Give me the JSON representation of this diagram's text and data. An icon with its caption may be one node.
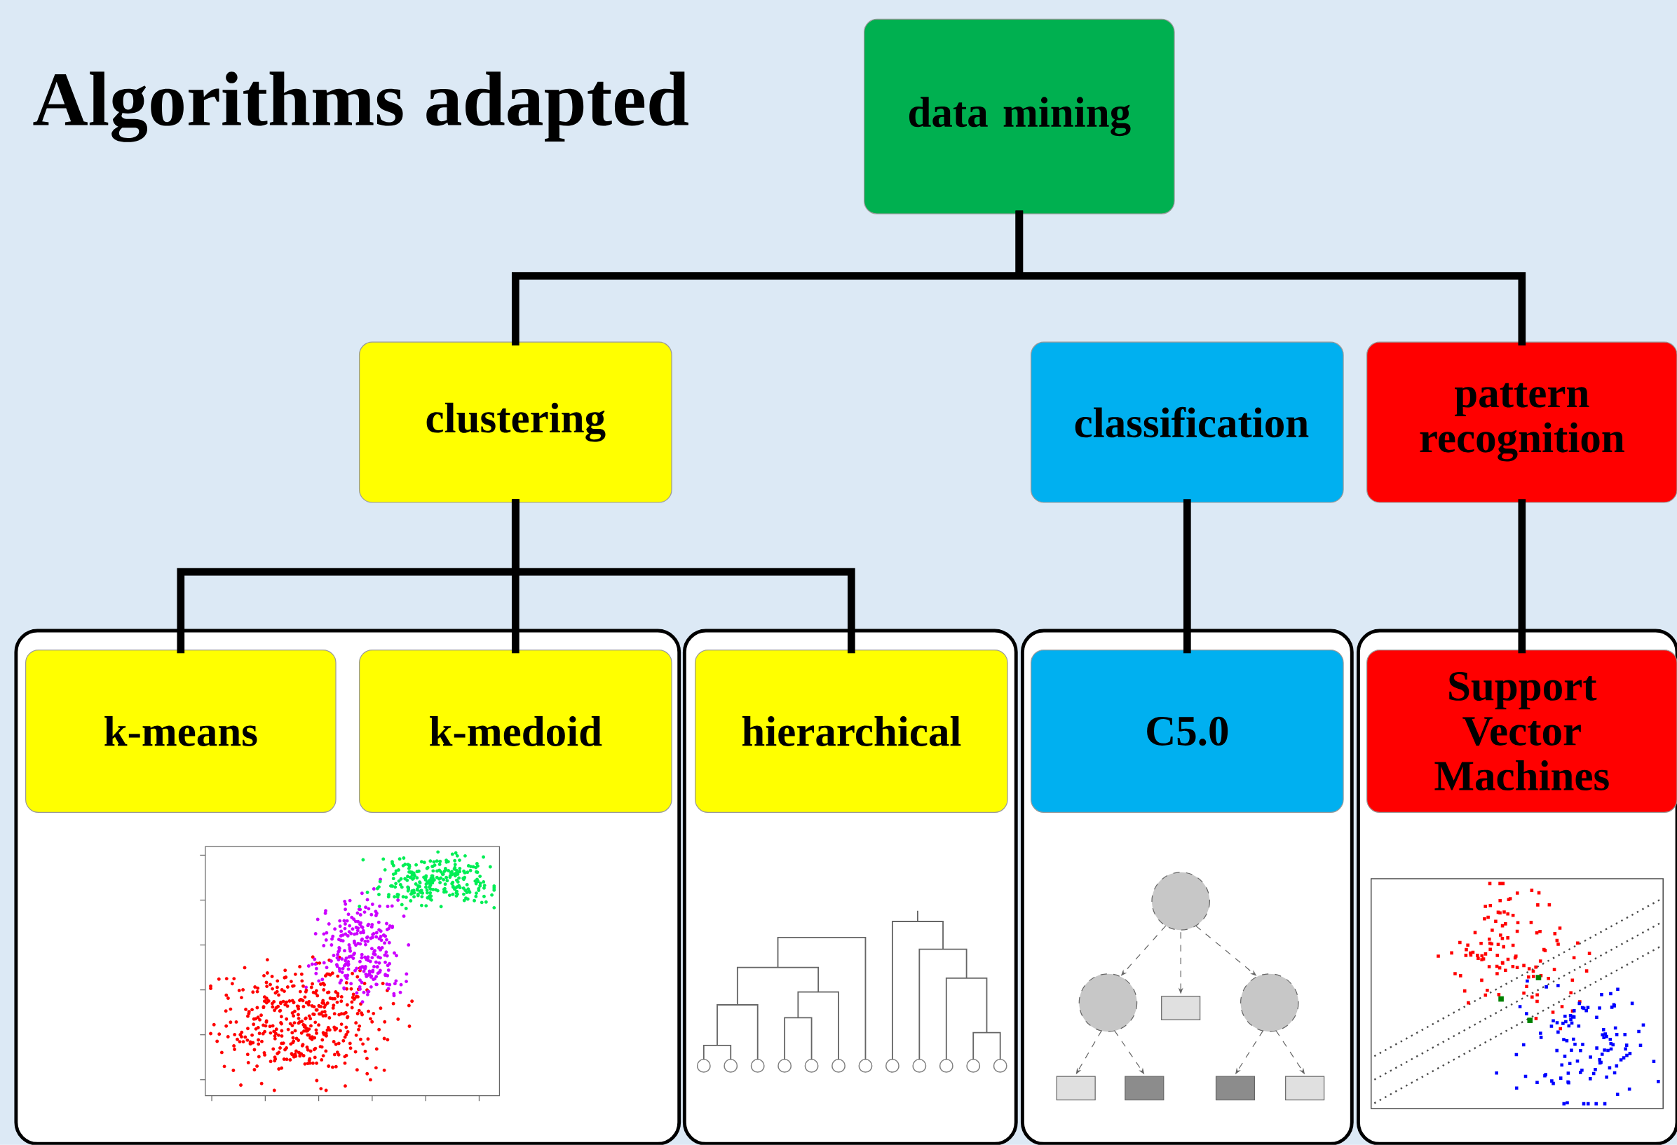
{
  "diagram": {
    "title": "Algorithms adapted",
    "nodes": [
      {
        "text": [
          "data mining"
        ]
      },
      {
        "text": [
          "clustering"
        ]
      },
      {
        "text": [
          "classification"
        ]
      },
      {
        "text": [
          "pattern recognition"
        ]
      },
      {
        "text": [],
        "shape": "box"
      },
      {
        "text": [
          "k-means"
        ],
        "in": 4
      },
      {
        "text": [
          "k-medoid"
        ],
        "in": 4
      },
      {
        "text": [],
        "shape": "box"
      },
      {
        "text": [
          "hierarchical"
        ],
        "in": 7
      },
      {
        "text": [],
        "shape": "box"
      },
      {
        "text": [
          "C5.0"
        ],
        "in": 9
      },
      {
        "text": [],
        "shape": "box"
      },
      {
        "text": [
          "Support Vector Machines"
        ],
        "in": 11
      }
    ],
    "edges": [
      {
        "from": 0,
        "to": 1,
        "arrow": "none"
      },
      {
        "from": 0,
        "to": 3,
        "arrow": "none"
      },
      {
        "from": 1,
        "to": 5,
        "arrow": "none"
      },
      {
        "from": 1,
        "to": 6,
        "arrow": "none"
      },
      {
        "from": 1,
        "to": 8,
        "arrow": "none"
      },
      {
        "from": 2,
        "to": 10,
        "arrow": "none"
      },
      {
        "from": 3,
        "to": 12,
        "arrow": "none"
      }
    ]
  }
}
